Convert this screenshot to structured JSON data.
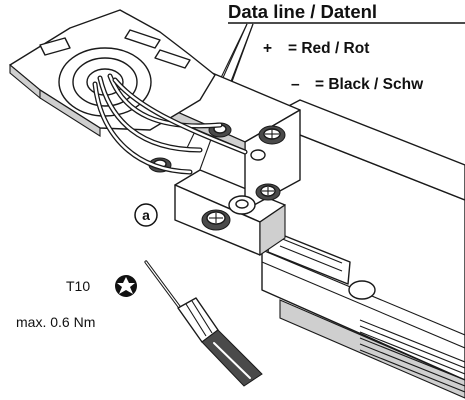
{
  "heading": {
    "text": "Data line / Datenl"
  },
  "legend": {
    "plus": {
      "symbol": "+",
      "text": "= Red / Rot"
    },
    "minus": {
      "symbol": "–",
      "text": "= Black / Schw"
    }
  },
  "callout_a": {
    "letter": "a"
  },
  "tool": {
    "bit_label": "T10",
    "torque_label": "max. 0.6 Nm",
    "bit_icon": "torx-star-icon"
  }
}
